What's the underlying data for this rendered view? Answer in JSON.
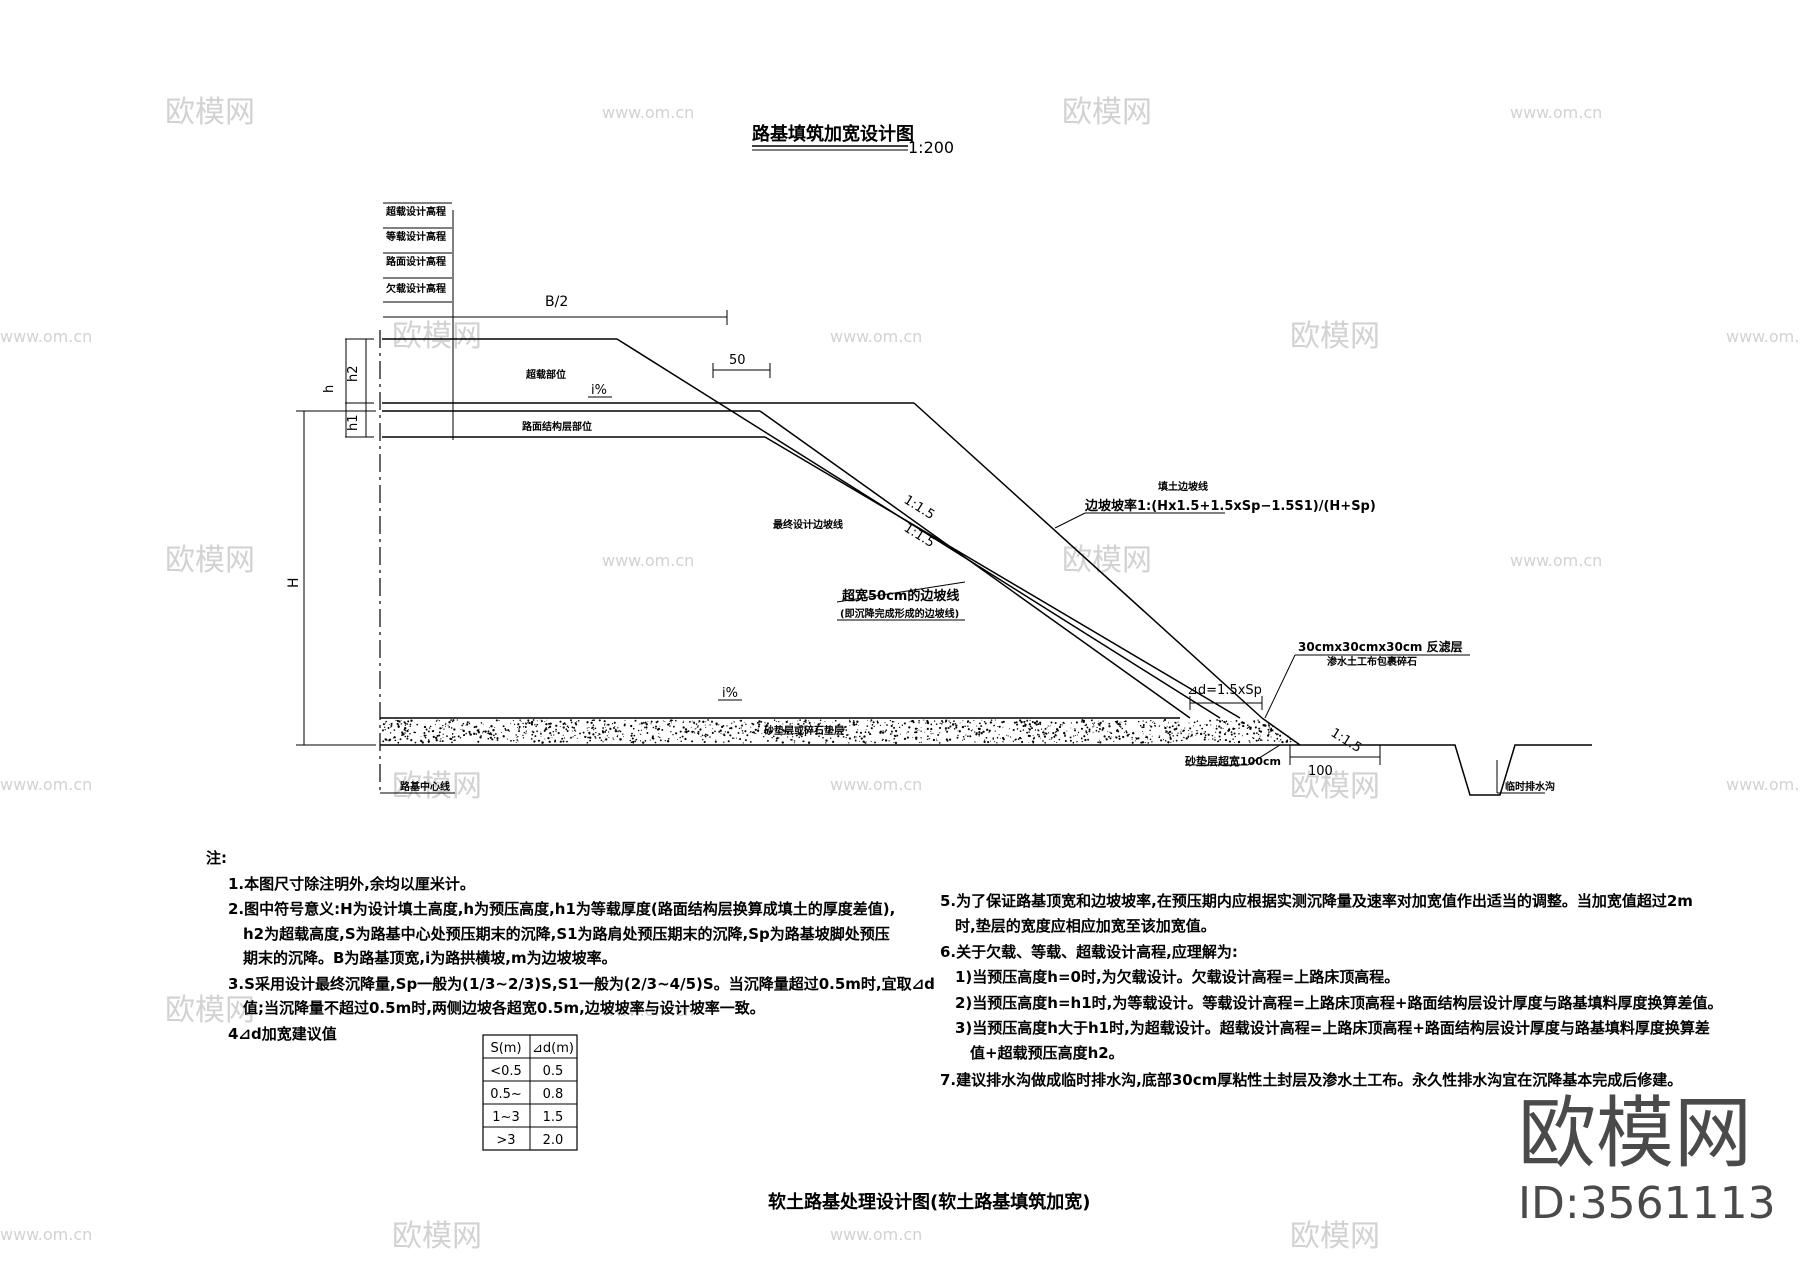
{
  "watermarks": {
    "site": "www.om.cn",
    "brand": "欧模网",
    "id": "ID:3561113"
  },
  "drawing": {
    "title": "路基填筑加宽设计图",
    "scale": "1:200",
    "elevation_labels": [
      "超载设计高程",
      "等载设计高程",
      "路面设计高程",
      "欠载设计高程"
    ],
    "dims": {
      "b_half": "B/2",
      "fifty": "50",
      "h": "h",
      "h1": "h1",
      "h2": "h2",
      "H": "H",
      "hundred": "100"
    },
    "labels": {
      "overload_zone": "超载部位",
      "pavement_zone": "路面结构层部位",
      "slope_top": "i%",
      "slope_bottom": "i%",
      "ratio_1": "1:1.5",
      "ratio_2": "1:1.5",
      "ratio_3": "1:1.5",
      "final_slope": "最终设计边坡线",
      "widen_line_1": "超宽50cm的边坡线",
      "widen_line_2": "(即沉降完成形成的边坡线)",
      "fill_slope_title": "填土边坡线",
      "fill_slope_formula": "边坡坡率1:(Hx1.5+1.5xSp−1.5S1)/(H+Sp)",
      "delta_d": "⊿d=1.5xSp",
      "filter_1": "30cmx30cmx30cm 反滤层",
      "filter_2": "渗水土工布包裹碎石",
      "sand_layer": "砂垫层或碎石垫层",
      "sand_wide": "砂垫层超宽100cm",
      "center_line": "路基中心线",
      "ditch": "临时排水沟"
    }
  },
  "notes": {
    "heading": "注:",
    "left": [
      "1.本图尺寸除注明外,余均以厘米计。",
      "2.图中符号意义:H为设计填土高度,h为预压高度,h1为等载厚度(路面结构层换算成填土的厚度差值),",
      "h2为超载高度,S为路基中心处预压期末的沉降,S1为路肩处预压期末的沉降,Sp为路基坡脚处预压",
      "期末的沉降。B为路基顶宽,i为路拱横坡,m为边坡坡率。",
      "3.S采用设计最终沉降量,Sp一般为(1/3~2/3)S,S1一般为(2/3~4/5)S。当沉降量超过0.5m时,宜取⊿d",
      "值;当沉降量不超过0.5m时,两侧边坡各超宽0.5m,边坡坡率与设计坡率一致。",
      "4⊿d加宽建议值"
    ],
    "right": [
      "5.为了保证路基顶宽和边坡坡率,在预压期内应根据实测沉降量及速率对加宽值作出适当的调整。当加宽值超过2m",
      "时,垫层的宽度应相应加宽至该加宽值。",
      "6.关于欠载、等载、超载设计高程,应理解为:",
      "1)当预压高度h=0时,为欠载设计。欠载设计高程=上路床顶高程。",
      "2)当预压高度h=h1时,为等载设计。等载设计高程=上路床顶高程+路面结构层设计厚度与路基填料厚度换算差值。",
      "3)当预压高度h大于h1时,为超载设计。超载设计高程=上路床顶高程+路面结构层设计厚度与路基填料厚度换算差",
      "值+超载预压高度h2。",
      "7.建议排水沟做成临时排水沟,底部30cm厚粘性土封层及渗水土工布。永久性排水沟宜在沉降基本完成后修建。"
    ],
    "table": {
      "headers": [
        "S(m)",
        "⊿d(m)"
      ],
      "rows": [
        [
          "<0.5",
          "0.5"
        ],
        [
          "0.5~",
          "0.8"
        ],
        [
          "1~3",
          "1.5"
        ],
        [
          ">3",
          "2.0"
        ]
      ]
    }
  },
  "footer_title": "软土路基处理设计图(软土路基填筑加宽)"
}
